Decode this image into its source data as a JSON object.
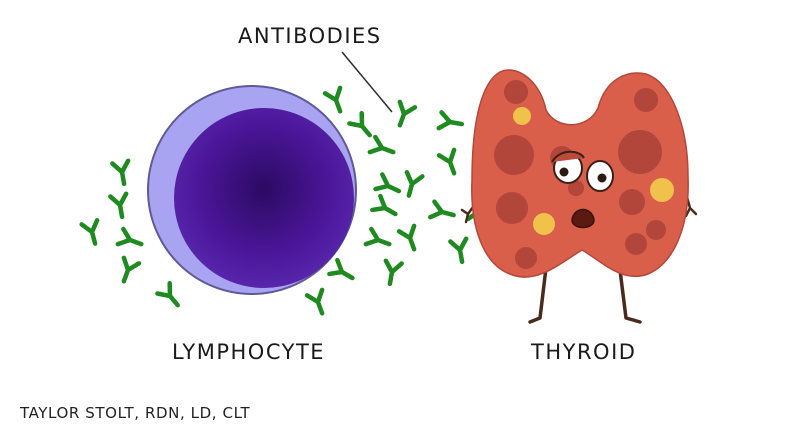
{
  "labels": {
    "antibodies": "ANTIBODIES",
    "lymphocyte": "LYMPHOCYTE",
    "thyroid": "THYROID"
  },
  "credit": "TAYLOR STOLT, RDN, LD, CLT",
  "colors": {
    "antibody": "#1f8a1f",
    "cell_membrane": "#a9a4f2",
    "cell_outline": "#5f5a96",
    "nucleus": "#4b1699",
    "thyroid_body": "#d95f4b",
    "thyroid_spot": "#b2463b",
    "thyroid_yellow_spot": "#f0c24b",
    "limbs": "#4a2a1c"
  },
  "icons": {
    "antibody": "antibody-icon",
    "lymphocyte": "lymphocyte-cell-icon",
    "thyroid": "thyroid-character-icon"
  }
}
